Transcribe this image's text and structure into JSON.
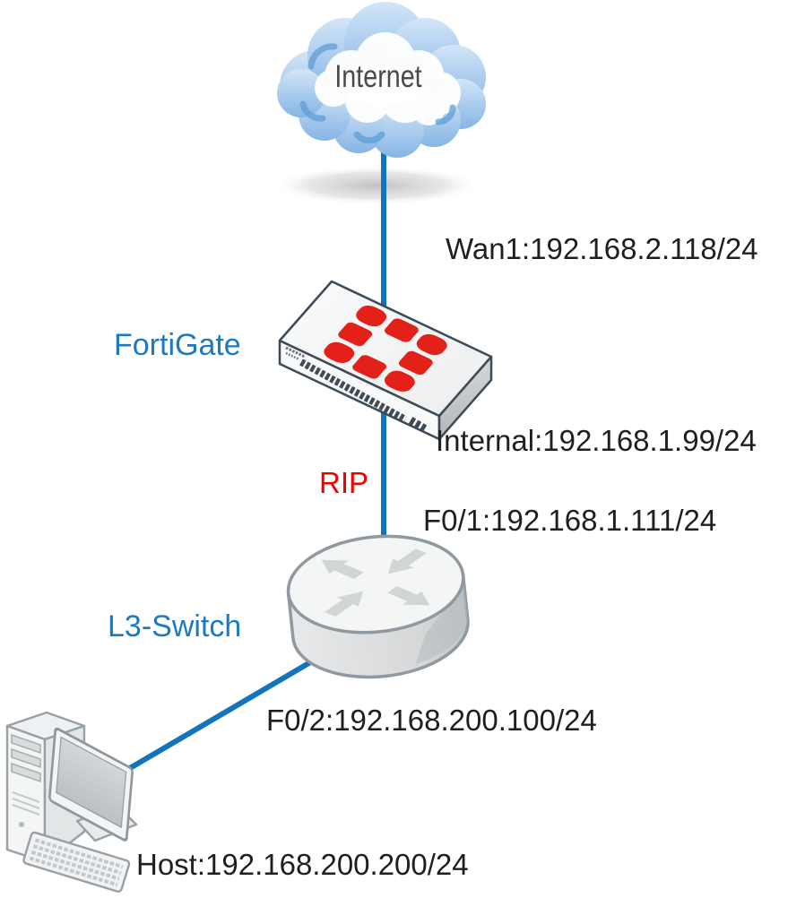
{
  "nodes": {
    "internet": {
      "label": "Internet"
    },
    "fortigate": {
      "label": "FortiGate"
    },
    "l3_switch": {
      "label": "L3-Switch"
    },
    "host": {
      "label": "Host:192.168.200.200/24"
    }
  },
  "interfaces": {
    "wan1": "Wan1:192.168.2.118/24",
    "internal": "Internal:192.168.1.99/24",
    "f0_1": "F0/1:192.168.1.111/24",
    "f0_2": "F0/2:192.168.200.100/24"
  },
  "routing_protocol": "RIP",
  "links": [
    {
      "from": "internet",
      "to": "fortigate"
    },
    {
      "from": "fortigate",
      "to": "l3_switch",
      "protocol": "RIP"
    },
    {
      "from": "l3_switch",
      "to": "host"
    }
  ],
  "colors": {
    "link_blue": "#1373BD",
    "label_blue": "#1A7AC2",
    "rip_red": "#F20000",
    "fortinet_red": "#E32119",
    "cloud_blue": "#9CC3EC",
    "cloud_accent": "#5F9ED6",
    "text_dark": "#1F1F1F"
  }
}
